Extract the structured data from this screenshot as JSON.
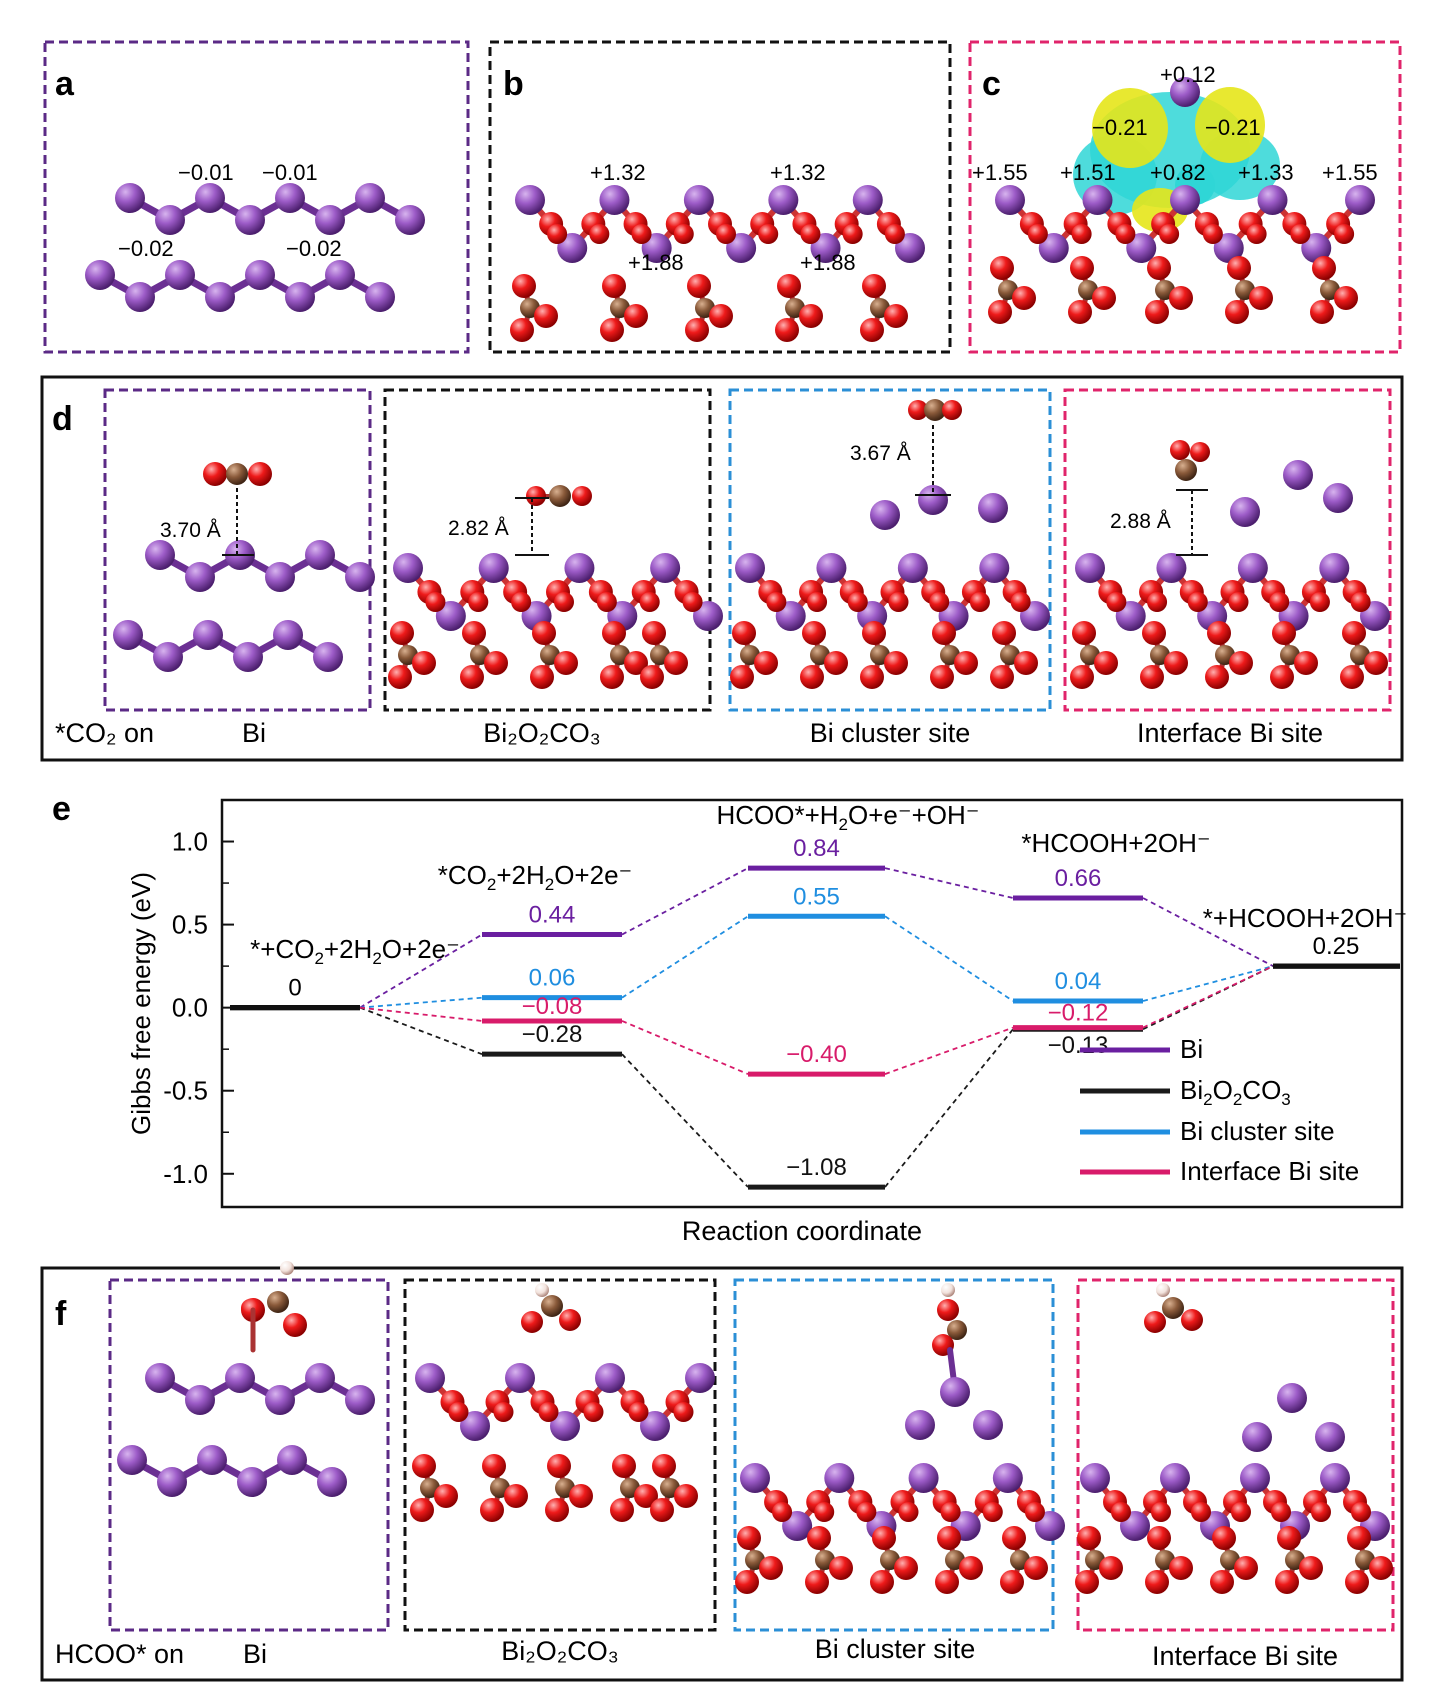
{
  "panels_top": [
    {
      "letter": "a",
      "color": "#5b2a86",
      "charges": [
        "−0.01",
        "−0.01",
        "−0.02",
        "−0.02"
      ]
    },
    {
      "letter": "b",
      "color": "#111111",
      "charges": [
        "+1.32",
        "+1.32",
        "+1.88",
        "+1.88"
      ]
    },
    {
      "letter": "c",
      "color": "#e0246b",
      "charges": [
        "+0.12",
        "−0.21",
        "−0.21",
        "+1.55",
        "+1.51",
        "+0.82",
        "+1.33",
        "+1.55"
      ]
    }
  ],
  "panel_d": {
    "letter": "d",
    "prefix": "*CO₂ on",
    "sub": [
      {
        "label": "Bi",
        "color": "#5b2a86",
        "distance": "3.70 Å"
      },
      {
        "label": "Bi₂O₂CO₃",
        "color": "#111111",
        "distance": "2.82 Å"
      },
      {
        "label": "Bi cluster site",
        "color": "#2b8fd6",
        "distance": "3.67 Å"
      },
      {
        "label": "Interface Bi site",
        "color": "#e0246b",
        "distance": "2.88 Å"
      }
    ]
  },
  "panel_e": {
    "letter": "e"
  },
  "chart_data": {
    "type": "line",
    "ylabel": "Gibbs free energy (eV)",
    "xlabel": "Reaction coordinate",
    "ylim": [
      -1.2,
      1.25
    ],
    "yticks": [
      "1.0",
      "0.5",
      "0.0",
      "-0.5",
      "-1.0"
    ],
    "steps": [
      "*+CO2+2H2O+2e−",
      "*CO2+2H2O+2e−",
      "HCOO*+H2O+e−+OH−",
      "*HCOOH+2OH−",
      "*+HCOOH+2OH−"
    ],
    "step_labels": [
      {
        "parts": [
          "*+CO",
          "2",
          "+2H",
          "2",
          "O+2e⁻"
        ]
      },
      {
        "parts": [
          "*CO",
          "2",
          "+2H",
          "2",
          "O+2e⁻"
        ]
      },
      {
        "parts": [
          "HCOO*+H",
          "2",
          "O+e⁻+OH⁻"
        ]
      },
      {
        "parts": [
          "*HCOOH+2OH⁻"
        ]
      },
      {
        "parts": [
          "*+HCOOH+2OH⁻"
        ]
      }
    ],
    "series": [
      {
        "name": "Bi",
        "color": "#6a1fa0",
        "values": [
          0,
          0.44,
          0.84,
          0.66,
          0.25
        ],
        "labels": [
          "0",
          "0.44",
          "0.84",
          "0.66",
          "0.25"
        ]
      },
      {
        "name": "Bi2O2CO3",
        "color": "#1a1a1a",
        "values": [
          0,
          -0.28,
          -1.08,
          -0.13,
          0.25
        ],
        "labels": [
          "0",
          "−0.28",
          "−1.08",
          "−0.13",
          "0.25"
        ]
      },
      {
        "name": "Bi cluster site",
        "color": "#1f8ee0",
        "values": [
          0,
          0.06,
          0.55,
          0.04,
          0.25
        ],
        "labels": [
          "0",
          "0.06",
          "0.55",
          "0.04",
          "0.25"
        ]
      },
      {
        "name": "Interface Bi site",
        "color": "#d81b6a",
        "values": [
          0,
          -0.08,
          -0.4,
          -0.12,
          0.25
        ],
        "labels": [
          "0",
          "−0.08",
          "−0.40",
          "−0.12",
          "0.25"
        ]
      }
    ],
    "legend": {
      "placement": "bottom-right",
      "entries": [
        {
          "parts": [
            "Bi"
          ]
        },
        {
          "parts": [
            "Bi",
            "2",
            "O",
            "2",
            "CO",
            "3"
          ]
        },
        {
          "parts": [
            "Bi cluster site"
          ]
        },
        {
          "parts": [
            "Interface Bi site"
          ]
        }
      ]
    }
  },
  "panel_f": {
    "letter": "f",
    "prefix": "HCOO* on",
    "sub": [
      {
        "label": "Bi",
        "color": "#5b2a86"
      },
      {
        "label": "Bi₂O₂CO₃",
        "color": "#111111"
      },
      {
        "label": "Bi cluster site",
        "color": "#2b8fd6"
      },
      {
        "label": "Interface Bi site",
        "color": "#e0246b"
      }
    ]
  },
  "colors": {
    "bi_atom": "#8a4db5",
    "o_atom": "#e8141a",
    "c_atom": "#8a5a3a",
    "h_atom": "#f2e8e4"
  }
}
